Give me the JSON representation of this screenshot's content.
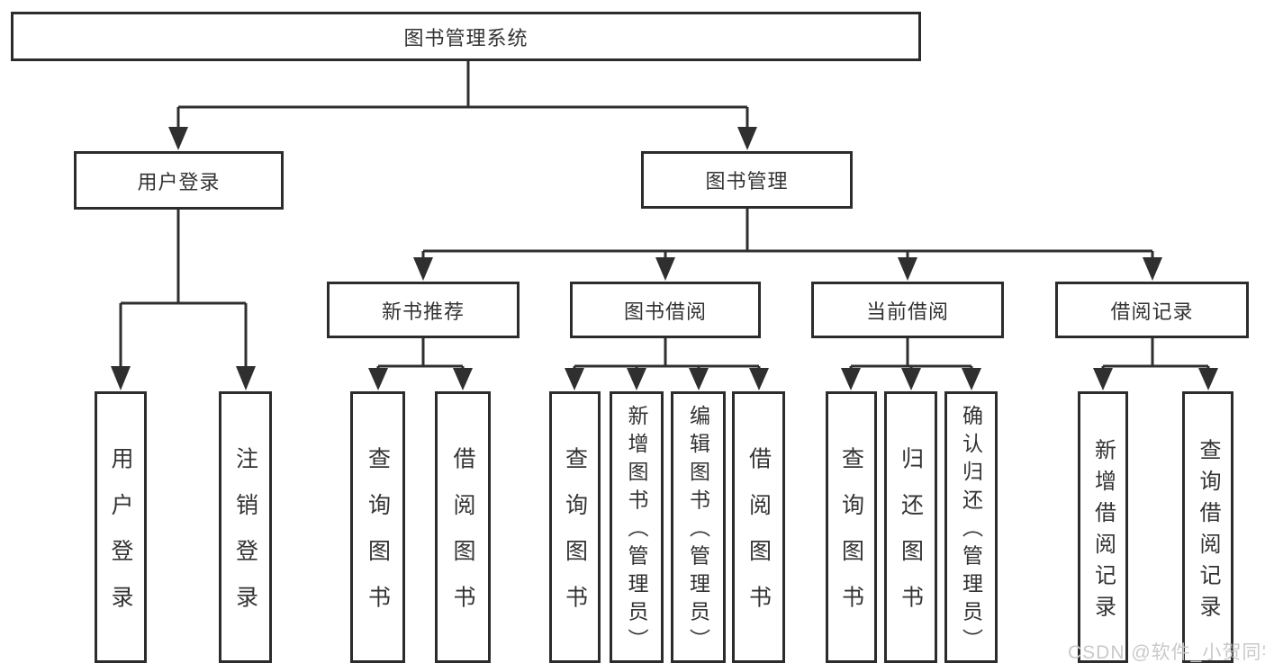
{
  "title": "图书管理系统",
  "watermark": {
    "text": "CSDN @软件_小贺同学"
  },
  "colors": {
    "background": "#ffffff",
    "line": "#2f2f2f",
    "box_border": "#2c2c2c",
    "text": "#333333",
    "watermark": "#c9c9c9"
  },
  "tree": {
    "root": {
      "label": "图书管理系统"
    },
    "branches": [
      {
        "label": "用户登录",
        "leaves": [
          {
            "label": "用户登录"
          },
          {
            "label": "注销登录"
          }
        ]
      },
      {
        "label": "图书管理",
        "groups": [
          {
            "label": "新书推荐",
            "leaves": [
              {
                "label": "查询图书"
              },
              {
                "label": "借阅图书"
              }
            ]
          },
          {
            "label": "图书借阅",
            "leaves": [
              {
                "label": "查询图书"
              },
              {
                "label": "新增图书（管理员）"
              },
              {
                "label": "编辑图书（管理员）"
              },
              {
                "label": "借阅图书"
              }
            ]
          },
          {
            "label": "当前借阅",
            "leaves": [
              {
                "label": "查询图书"
              },
              {
                "label": "归还图书"
              },
              {
                "label": "确认归还（管理员）"
              }
            ]
          },
          {
            "label": "借阅记录",
            "leaves": [
              {
                "label": "新增借阅记录"
              },
              {
                "label": "查询借阅记录"
              }
            ]
          }
        ]
      }
    ]
  }
}
